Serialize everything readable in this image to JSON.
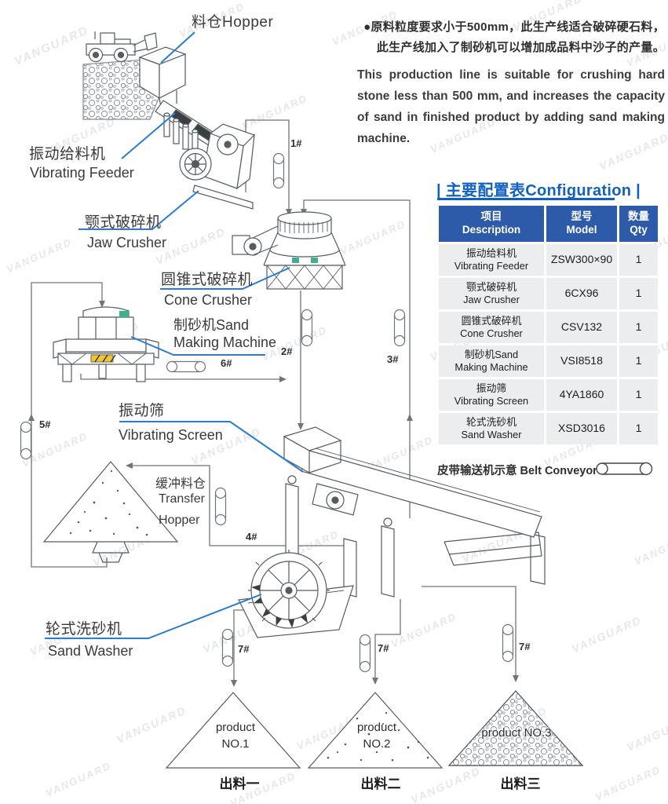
{
  "info": {
    "bullet_zh_line1": "●原料粒度要求小于500mm，此生产线适合破碎硬石料，",
    "bullet_zh_line2": "此生产线加入了制砂机可以增加成品料中沙子的产量。",
    "desc_en": "This production line is suitable for crushing hard stone less than 500 mm, and  increases the capacity of sand in finished product by adding sand making machine."
  },
  "labels": {
    "hopper": "料仓Hopper",
    "feeder_zh": "振动给料机",
    "feeder_en": "Vibrating Feeder",
    "jaw_zh": "颚式破碎机",
    "jaw_en": "Jaw Crusher",
    "cone_zh": "圆锥式破碎机",
    "cone_en": "Cone Crusher",
    "sandmaker_line1": "制砂机Sand",
    "sandmaker_line2": "Making Machine",
    "screen_zh": "振动筛",
    "screen_en": "Vibrating Screen",
    "transfer_zh": "缓冲料仓",
    "transfer_en1": "Transfer",
    "transfer_en2": "Hopper",
    "washer_zh": "轮式洗砂机",
    "washer_en": "Sand Washer"
  },
  "flow_tags": {
    "t1": "1#",
    "t2": "2#",
    "t3": "3#",
    "t4": "4#",
    "t5": "5#",
    "t6": "6#",
    "t7a": "7#",
    "t7b": "7#",
    "t7c": "7#"
  },
  "products": [
    {
      "line1": "product",
      "line2": "NO.1",
      "out_label": "出料一"
    },
    {
      "line1": "product",
      "line2": "NO.2",
      "out_label": "出料二"
    },
    {
      "line1": "product NO.3",
      "line2": "",
      "out_label": "出料三"
    }
  ],
  "config": {
    "title": "| 主要配置表Configuration |",
    "columns": [
      {
        "zh": "项目",
        "en": "Description"
      },
      {
        "zh": "型号",
        "en": "Model"
      },
      {
        "zh": "数量",
        "en": "Qty"
      }
    ],
    "rows": [
      {
        "zh": "振动给料机",
        "en": "Vibrating Feeder",
        "model": "ZSW300×90",
        "qty": "1"
      },
      {
        "zh": "颚式破碎机",
        "en": "Jaw Crusher",
        "model": "6CX96",
        "qty": "1"
      },
      {
        "zh": "圆锥式破碎机",
        "en": "Cone Crusher",
        "model": "CSV132",
        "qty": "1"
      },
      {
        "zh": "制砂机Sand",
        "en": "Making Machine",
        "model": "VSI8518",
        "qty": "1"
      },
      {
        "zh": "振动筛",
        "en": "Vibrating Screen",
        "model": "4YA1860",
        "qty": "1"
      },
      {
        "zh": "轮式洗砂机",
        "en": "Sand Washer",
        "model": "XSD3016",
        "qty": "1"
      }
    ],
    "belt_note": "皮带输送机示意 Belt Conveyor"
  },
  "watermark": "VANGUARD",
  "colors": {
    "accent_blue": "#1161c0",
    "table_header_blue": "#2e5ba9",
    "leader_blue": "#2a7bd2",
    "row_gray": "#ebedef"
  }
}
